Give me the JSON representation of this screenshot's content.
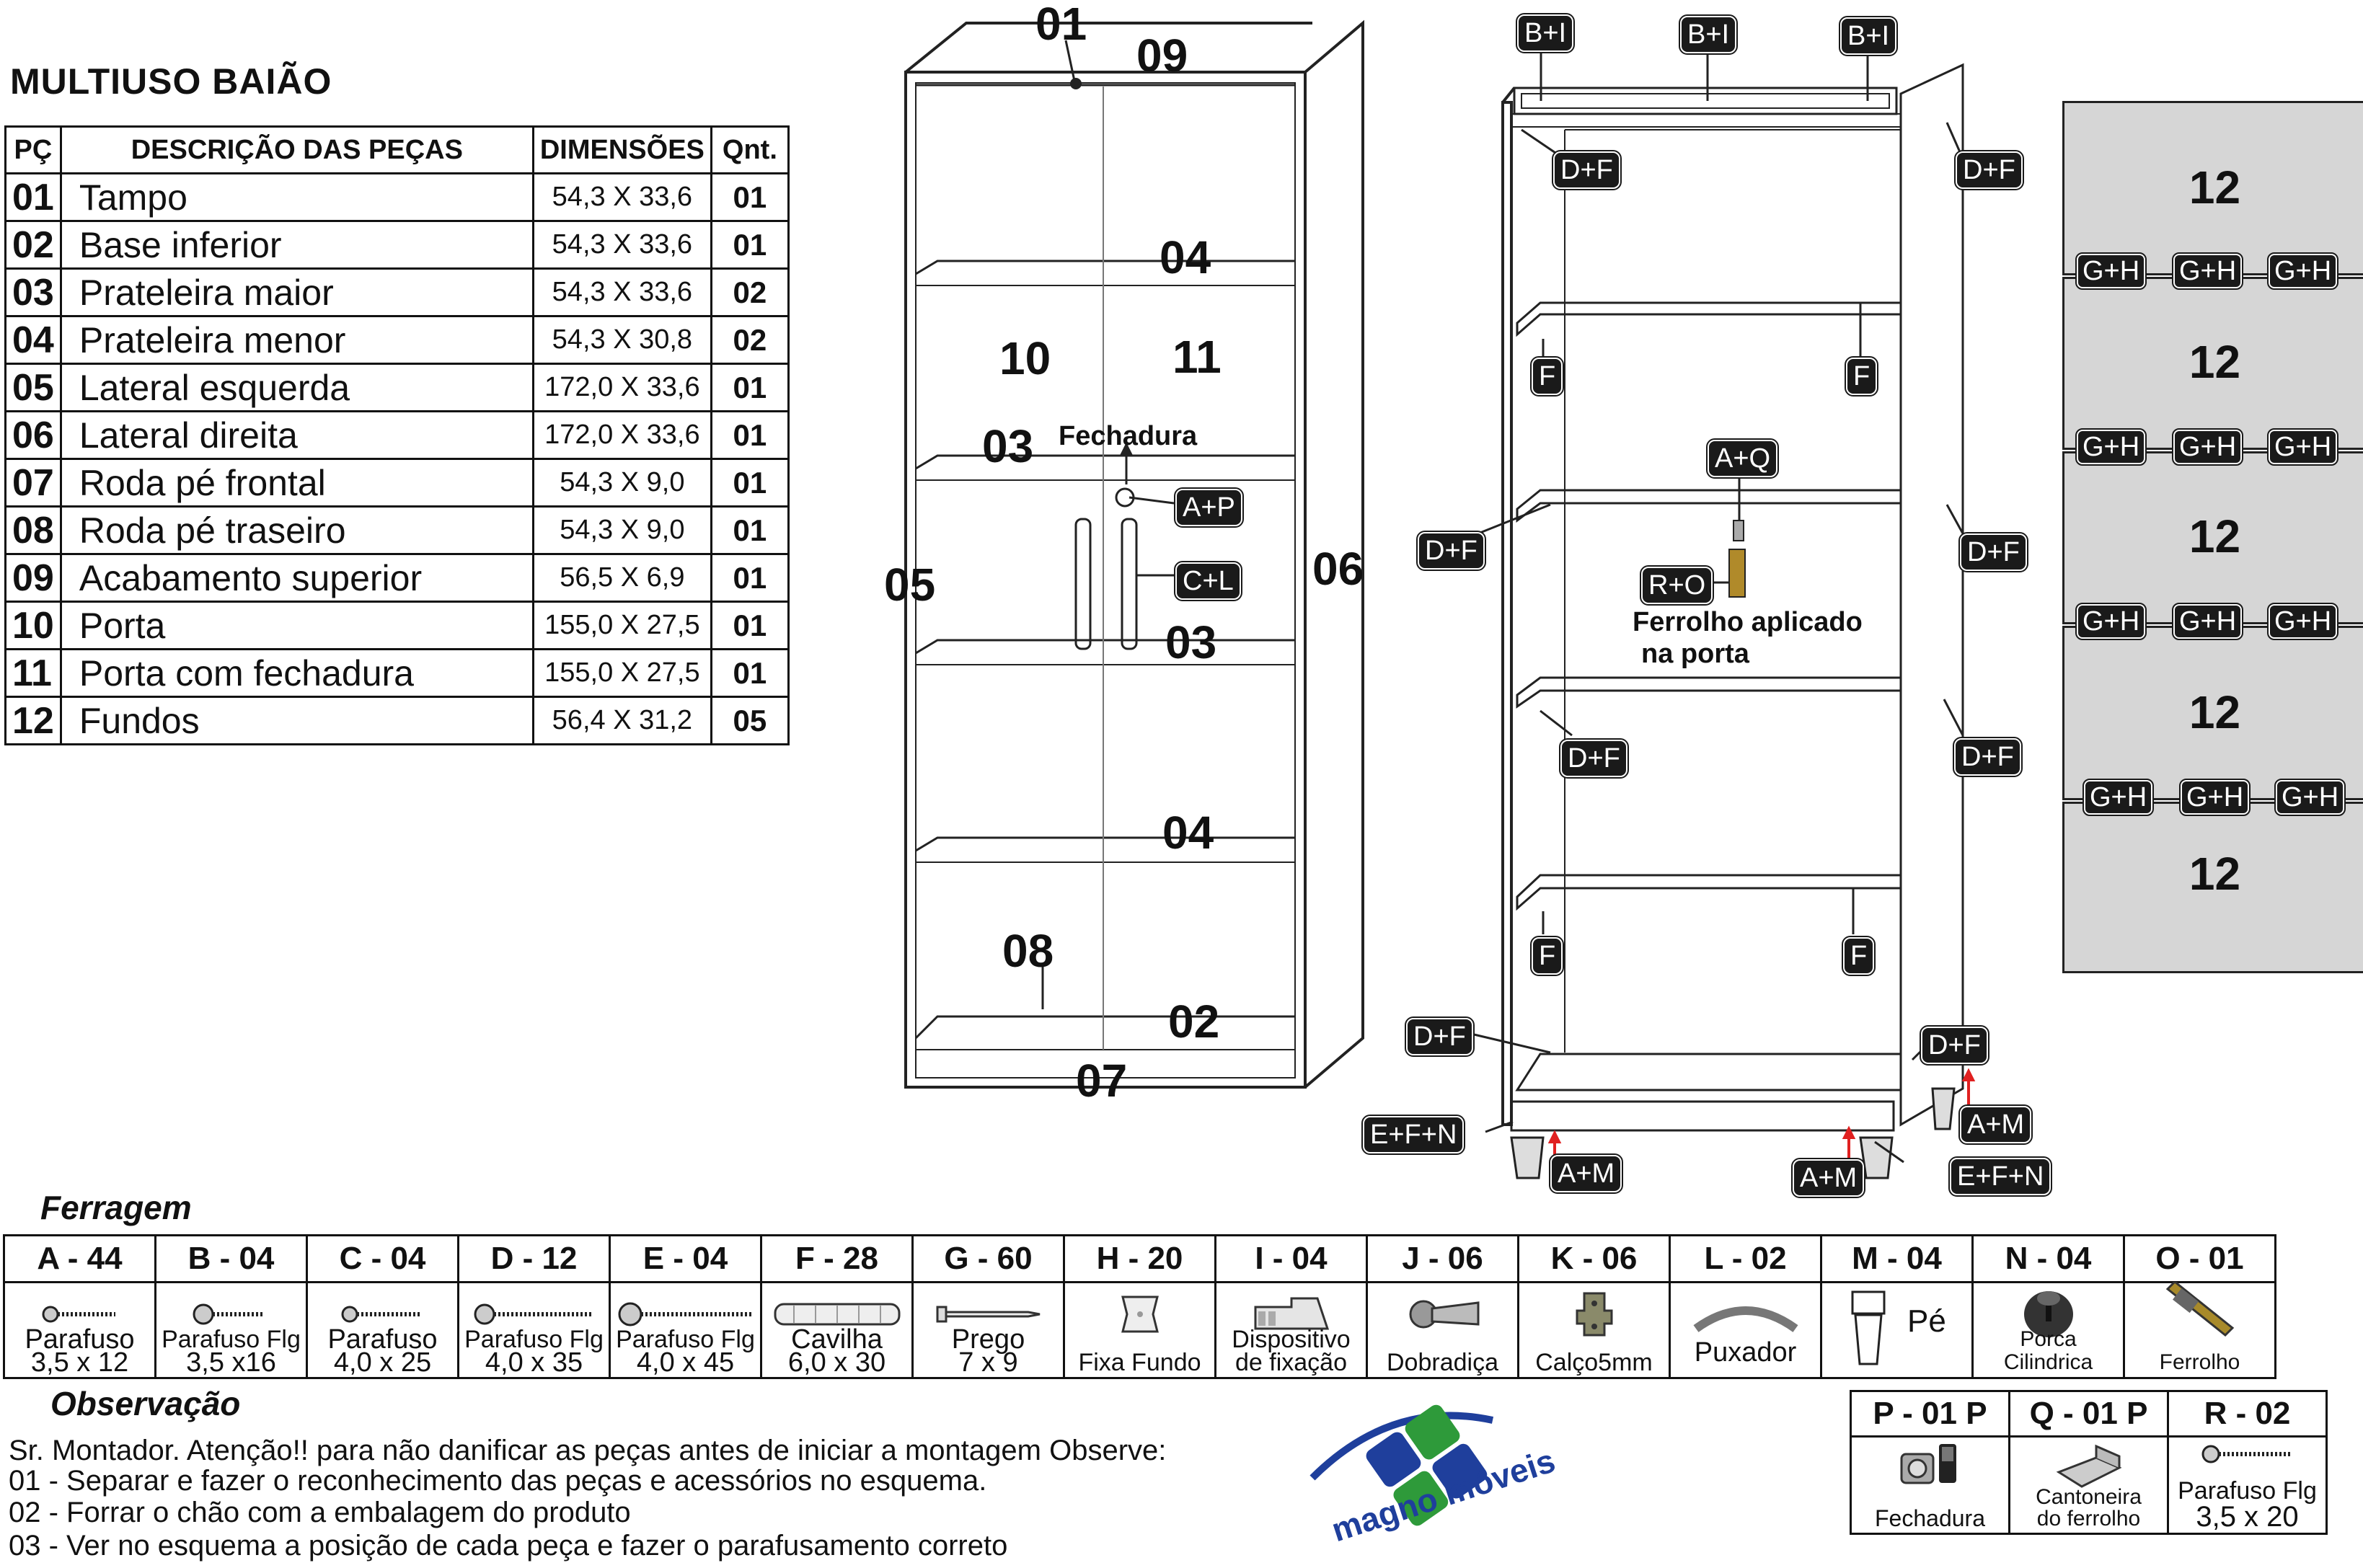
{
  "title": "MULTIUSO BAIÃO",
  "parts_table": {
    "headers": [
      "PÇ",
      "DESCRIÇÃO DAS PEÇAS",
      "DIMENSÕES",
      "Qnt."
    ],
    "rows": [
      {
        "pc": "01",
        "desc": "Tampo",
        "dim": "54,3 X 33,6",
        "qnt": "01"
      },
      {
        "pc": "02",
        "desc": "Base inferior",
        "dim": "54,3 X 33,6",
        "qnt": "01"
      },
      {
        "pc": "03",
        "desc": "Prateleira maior",
        "dim": "54,3 X 33,6",
        "qnt": "02"
      },
      {
        "pc": "04",
        "desc": "Prateleira menor",
        "dim": "54,3 X 30,8",
        "qnt": "02"
      },
      {
        "pc": "05",
        "desc": "Lateral esquerda",
        "dim": "172,0 X 33,6",
        "qnt": "01"
      },
      {
        "pc": "06",
        "desc": "Lateral direita",
        "dim": "172,0 X 33,6",
        "qnt": "01"
      },
      {
        "pc": "07",
        "desc": "Roda pé frontal",
        "dim": "54,3 X 9,0",
        "qnt": "01"
      },
      {
        "pc": "08",
        "desc": "Roda pé traseiro",
        "dim": "54,3 X 9,0",
        "qnt": "01"
      },
      {
        "pc": "09",
        "desc": "Acabamento superior",
        "dim": "56,5 X 6,9",
        "qnt": "01"
      },
      {
        "pc": "10",
        "desc": "Porta",
        "dim": "155,0 X 27,5",
        "qnt": "01"
      },
      {
        "pc": "11",
        "desc": "Porta com fechadura",
        "dim": "155,0 X 27,5",
        "qnt": "01"
      },
      {
        "pc": "12",
        "desc": "Fundos",
        "dim": "56,4 X 31,2",
        "qnt": "05"
      }
    ]
  },
  "front_view": {
    "labels": {
      "l01": "01",
      "l09": "09",
      "l04a": "04",
      "l10": "10",
      "l11": "11",
      "l03a": "03",
      "fechadura": "Fechadura",
      "l05": "05",
      "l06": "06",
      "l03b": "03",
      "l04b": "04",
      "l08": "08",
      "l02": "02",
      "l07": "07"
    },
    "tags": {
      "ap": "A+P",
      "cl": "C+L"
    }
  },
  "exploded_view": {
    "tags": {
      "bi1": "B+I",
      "bi2": "B+I",
      "bi3": "B+I",
      "df1": "D+F",
      "df2": "D+F",
      "df3": "D+F",
      "df4": "D+F",
      "df5": "D+F",
      "df6": "D+F",
      "df7": "D+F",
      "df8": "D+F",
      "f1": "F",
      "f2": "F",
      "f3": "F",
      "f4": "F",
      "aq": "A+Q",
      "ro": "R+O",
      "efn1": "E+F+N",
      "efn2": "E+F+N",
      "am1": "A+M",
      "am2": "A+M",
      "am3": "A+M"
    },
    "ferrolho_note_1": "Ferrolho aplicado",
    "ferrolho_note_2": "na porta"
  },
  "back_panels": {
    "label": "12",
    "gh": "G+H"
  },
  "ferragem": {
    "title": "Ferragem",
    "items": [
      {
        "code": "A - 44",
        "label1": "Parafuso",
        "label2": "3,5 x 12",
        "icon": "screw-icon"
      },
      {
        "code": "B - 04",
        "label1": "Parafuso Flg",
        "label2": "3,5 x16",
        "icon": "flange-screw-icon"
      },
      {
        "code": "C - 04",
        "label1": "Parafuso",
        "label2": "4,0 x 25",
        "icon": "screw-icon"
      },
      {
        "code": "D - 12",
        "label1": "Parafuso Flg",
        "label2": "4,0 x 35",
        "icon": "flange-screw-icon"
      },
      {
        "code": "E - 04",
        "label1": "Parafuso Flg",
        "label2": "4,0 x 45",
        "icon": "flange-screw-icon"
      },
      {
        "code": "F - 28",
        "label1": "Cavilha",
        "label2": "6,0 x 30",
        "icon": "dowel-icon"
      },
      {
        "code": "G - 60",
        "label1": "Prego",
        "label2": "7 x 9",
        "icon": "nail-icon"
      },
      {
        "code": "H - 20",
        "label1": "Fixa Fundo",
        "label2": "",
        "icon": "back-clip-icon"
      },
      {
        "code": "I - 04",
        "label1": "Dispositivo",
        "label2": "de fixação",
        "icon": "fixing-device-icon"
      },
      {
        "code": "J - 06",
        "label1": "Dobradiça",
        "label2": "",
        "icon": "hinge-icon"
      },
      {
        "code": "K - 06",
        "label1": "Calço5mm",
        "label2": "",
        "icon": "shim-icon"
      },
      {
        "code": "L - 02",
        "label1": "Puxador",
        "label2": "",
        "icon": "handle-icon"
      },
      {
        "code": "M - 04",
        "label1": "Pé",
        "label2": "",
        "icon": "foot-icon"
      },
      {
        "code": "N - 04",
        "label1": "Porca Cilindrica",
        "label2": "",
        "icon": "cylinder-nut-icon"
      },
      {
        "code": "O - 01",
        "label1": "Ferrolho",
        "label2": "",
        "icon": "bolt-latch-icon"
      }
    ],
    "extra": [
      {
        "code": "P -  01 P",
        "label1": "Fechadura",
        "label2": "",
        "icon": "lock-icon"
      },
      {
        "code": "Q -  01 P",
        "label1": "Cantoneira",
        "label2": "do ferrolho",
        "icon": "bracket-icon"
      },
      {
        "code": "R - 02",
        "label1": "Parafuso Flg",
        "label2": "3,5 x 20",
        "icon": "flange-screw-icon"
      }
    ]
  },
  "observacao": {
    "title": "Observação",
    "lines": [
      "Sr. Montador. Atenção!! para não danificar as peças antes de iniciar a montagem Observe:",
      "01 - Separar e fazer o reconhecimento das peças e acessórios no esquema.",
      "02 - Forrar o chão com a embalagem do produto",
      "03 - Ver no esquema a posição de cada peça e fazer o parafusamento correto"
    ]
  },
  "logo": {
    "text": "magno móveis",
    "colors": {
      "blue": "#1f3f9c",
      "green": "#2e9a3a"
    }
  }
}
